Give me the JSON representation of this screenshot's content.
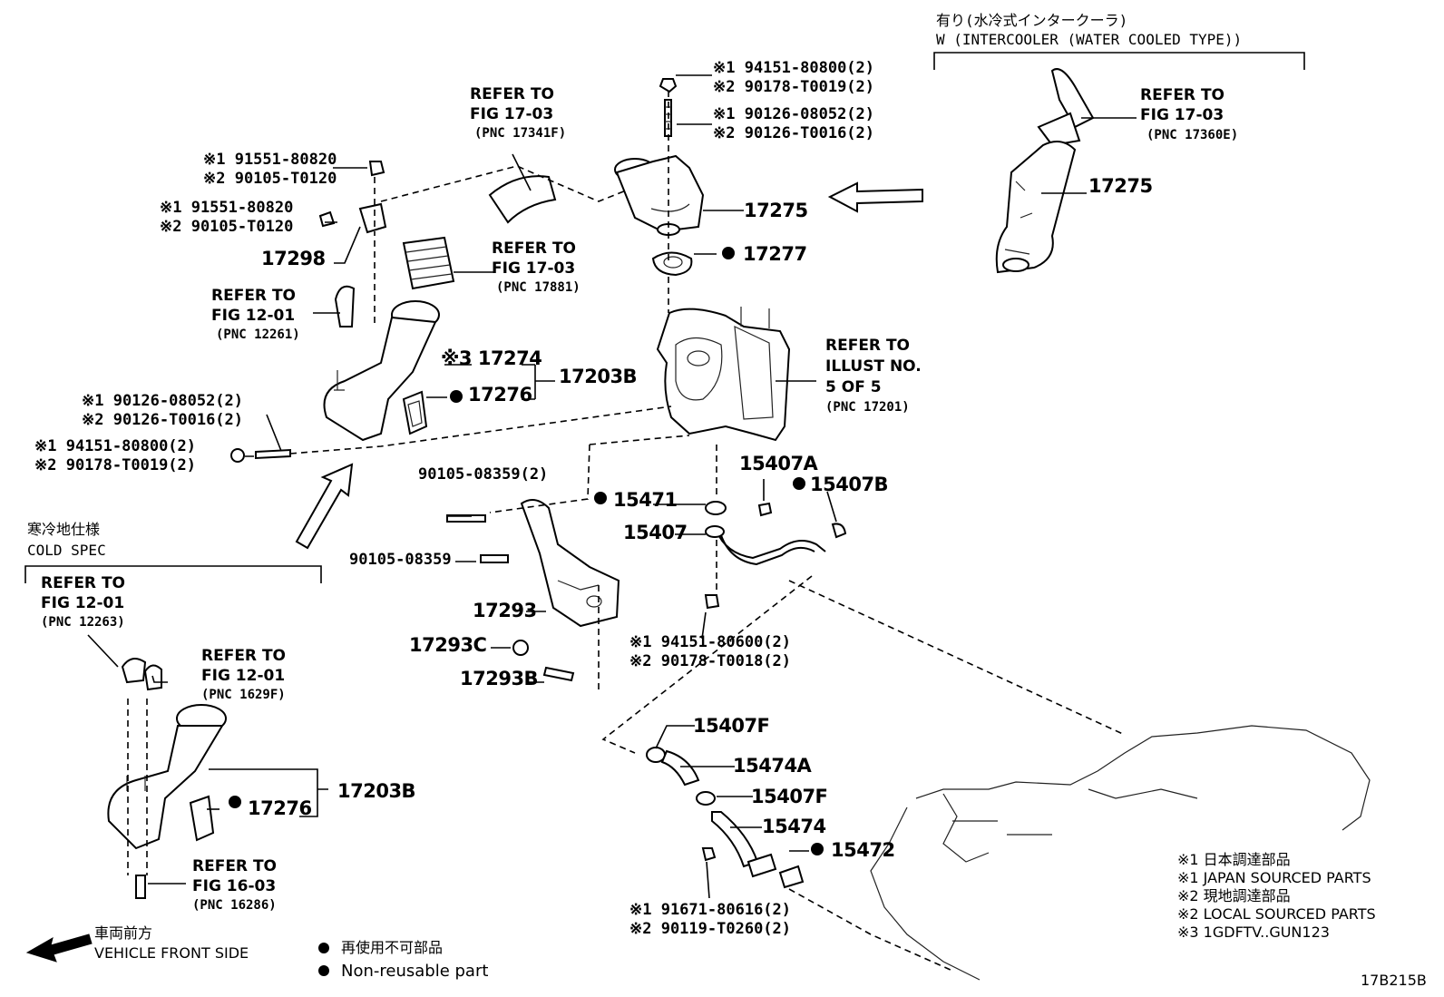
{
  "intercooler": {
    "jp": "有り(水冷式インタークーラ)",
    "en": "W (INTERCOOLER (WATER COOLED TYPE))",
    "refer_line1": "REFER TO",
    "refer_line2": "FIG 17-03",
    "refer_pnc": "(PNC 17360E)",
    "part": "17275"
  },
  "cold_spec": {
    "jp": "寒冷地仕様",
    "en": "COLD SPEC",
    "ref1_line1": "REFER TO",
    "ref1_line2": "FIG 12-01",
    "ref1_pnc": "(PNC 12263)",
    "ref2_line1": "REFER TO",
    "ref2_line2": "FIG 12-01",
    "ref2_pnc": "(PNC 1629F)",
    "ref3_line1": "REFER TO",
    "ref3_line2": "FIG 16-03",
    "ref3_pnc": "(PNC 16286)",
    "part_17276": "17276",
    "part_17203b": "17203B"
  },
  "refs": {
    "r1_line1": "REFER TO",
    "r1_line2": "FIG 17-03",
    "r1_pnc": "(PNC 17341F)",
    "r2_line1": "REFER TO",
    "r2_line2": "FIG 17-03",
    "r2_pnc": "(PNC 17881)",
    "r3_line1": "REFER TO",
    "r3_line2": "FIG 12-01",
    "r3_pnc": "(PNC 12261)",
    "r4_line1": "REFER TO",
    "r4_line2": "ILLUST NO.",
    "r4_line3": "5 OF 5",
    "r4_pnc": "(PNC 17201)"
  },
  "fasteners": {
    "nut_top_1": "※1 94151-80800(2)",
    "nut_top_2": "※2 90178-T0019(2)",
    "stud_top_1": "※1 90126-08052(2)",
    "stud_top_2": "※2 90126-T0016(2)",
    "bolt_a_1": "※1 91551-80820",
    "bolt_a_2": "※2 90105-T0120",
    "bolt_b_1": "※1 91551-80820",
    "bolt_b_2": "※2 90105-T0120",
    "stud_left_1": "※1 90126-08052(2)",
    "stud_left_2": "※2 90126-T0016(2)",
    "nut_left_1": "※1 94151-80800(2)",
    "nut_left_2": "※2 90178-T0019(2)",
    "bolt_br_1": "90105-08359(2)",
    "bolt_br_2": "90105-08359",
    "nut_oil_1": "※1 94151-80600(2)",
    "nut_oil_2": "※2 90178-T0018(2)",
    "bolt_ret_1": "※1 91671-80616(2)",
    "bolt_ret_2": "※2 90119-T0260(2)"
  },
  "parts": {
    "p17275": "17275",
    "p17277": "17277",
    "p17298": "17298",
    "p17274": "※3 17274",
    "p17203b": "17203B",
    "p17276": "17276",
    "p15471": "15471",
    "p15407a": "15407A",
    "p15407b": "15407B",
    "p15407": "15407",
    "p17293": "17293",
    "p17293c": "17293C",
    "p17293b": "17293B",
    "p15407f_1": "15407F",
    "p15474a": "15474A",
    "p15407f_2": "15407F",
    "p15474": "15474",
    "p15472": "15472"
  },
  "legend": {
    "l1": "※1  日本調達部品",
    "l2": "※1  JAPAN SOURCED PARTS",
    "l3": "※2  現地調達部品",
    "l4": "※2  LOCAL SOURCED PARTS",
    "l5": "※3 1GDFTV..GUN123",
    "front_jp": "車両前方",
    "front_en": "VEHICLE FRONT SIDE",
    "nonreuse_jp": "再使用不可部品",
    "nonreuse_en": "Non-reusable part",
    "code": "17B215B"
  }
}
